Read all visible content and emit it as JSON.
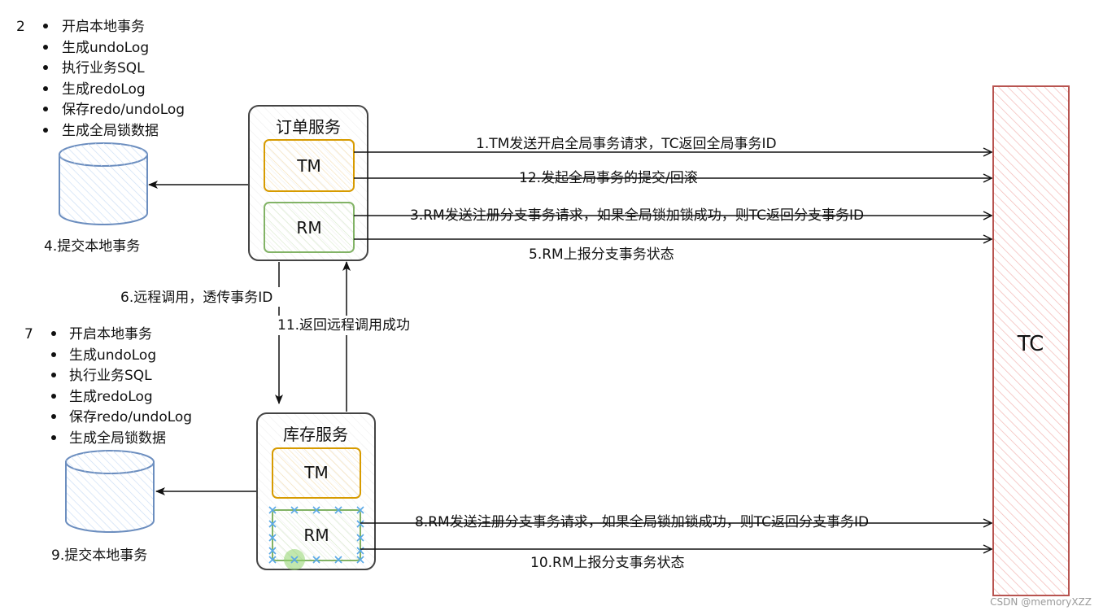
{
  "order_bullets": {
    "number": "2",
    "items": [
      "开启本地事务",
      "生成undoLog",
      "执行业务SQL",
      "生成redoLog",
      "保存redo/undoLog",
      "生成全局锁数据"
    ]
  },
  "inventory_bullets": {
    "number": "7",
    "items": [
      "开启本地事务",
      "生成undoLog",
      "执行业务SQL",
      "生成redoLog",
      "保存redo/undoLog",
      "生成全局锁数据"
    ]
  },
  "order_service": {
    "title": "订单服务",
    "tm": "TM",
    "rm": "RM"
  },
  "inventory_service": {
    "title": "库存服务",
    "tm": "TM",
    "rm": "RM"
  },
  "db_labels": {
    "order_commit": "4.提交本地事务",
    "inventory_commit": "9.提交本地事务"
  },
  "arrows": {
    "a1": "1.TM发送开启全局事务请求，TC返回全局事务ID",
    "a12": "12.发起全局事务的提交/回滚",
    "a3": "3.RM发送注册分支事务请求，如果全局锁加锁成功，则TC返回分支事务ID",
    "a5": "5.RM上报分支事务状态",
    "a6": "6.远程调用，透传事务ID",
    "a11": "11.返回远程调用成功",
    "a8": "8.RM发送注册分支事务请求，如果全局锁加锁成功，则TC返回分支事务ID",
    "a10": "10.RM上报分支事务状态"
  },
  "tc_label": "TC",
  "watermark": "CSDN @memoryXZZ",
  "colors": {
    "tm_border": "#d79b00",
    "rm_border": "#82b366",
    "db_stroke": "#6c8ebf",
    "db_fill": "#dae8fc",
    "tc_border": "#b85450",
    "tc_hatch": "#f8cecc",
    "selection": "#5aa9e6"
  }
}
